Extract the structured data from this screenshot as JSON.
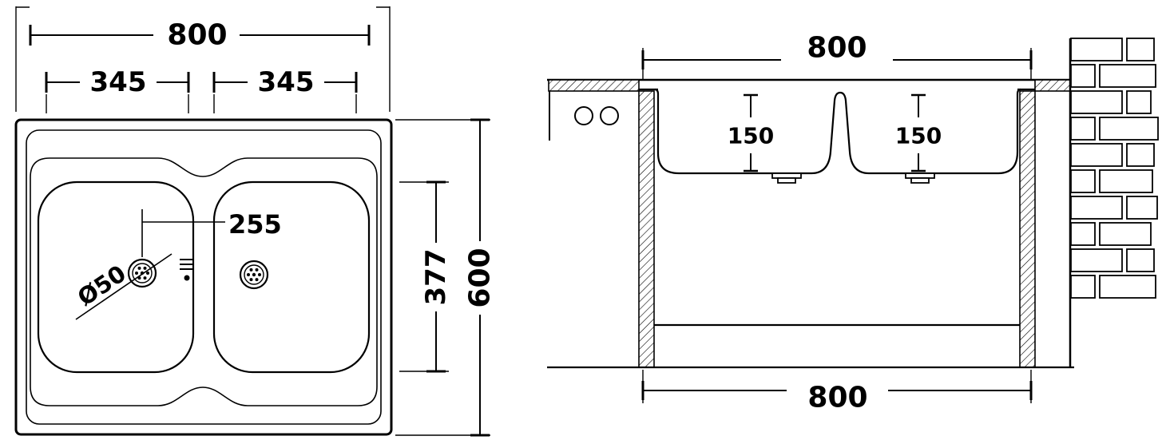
{
  "title": "Double-bowl kitchen sink dimensional drawing",
  "colors": {
    "line": "#000000",
    "background": "#ffffff"
  },
  "icons": {
    "drain_strainer": "circle-with-holes",
    "overflow_mark": "triple-line-with-dot"
  },
  "top_view": {
    "dims": {
      "overall_width": "800",
      "left_bowl_width": "345",
      "right_bowl_width": "345",
      "overall_depth": "600",
      "bowl_depth": "377",
      "drain_offset": "255",
      "drain_diameter": "Ø50"
    }
  },
  "section_view": {
    "dims": {
      "top_width": "800",
      "left_bowl_depth": "150",
      "right_bowl_depth": "150",
      "bottom_width": "800"
    }
  }
}
